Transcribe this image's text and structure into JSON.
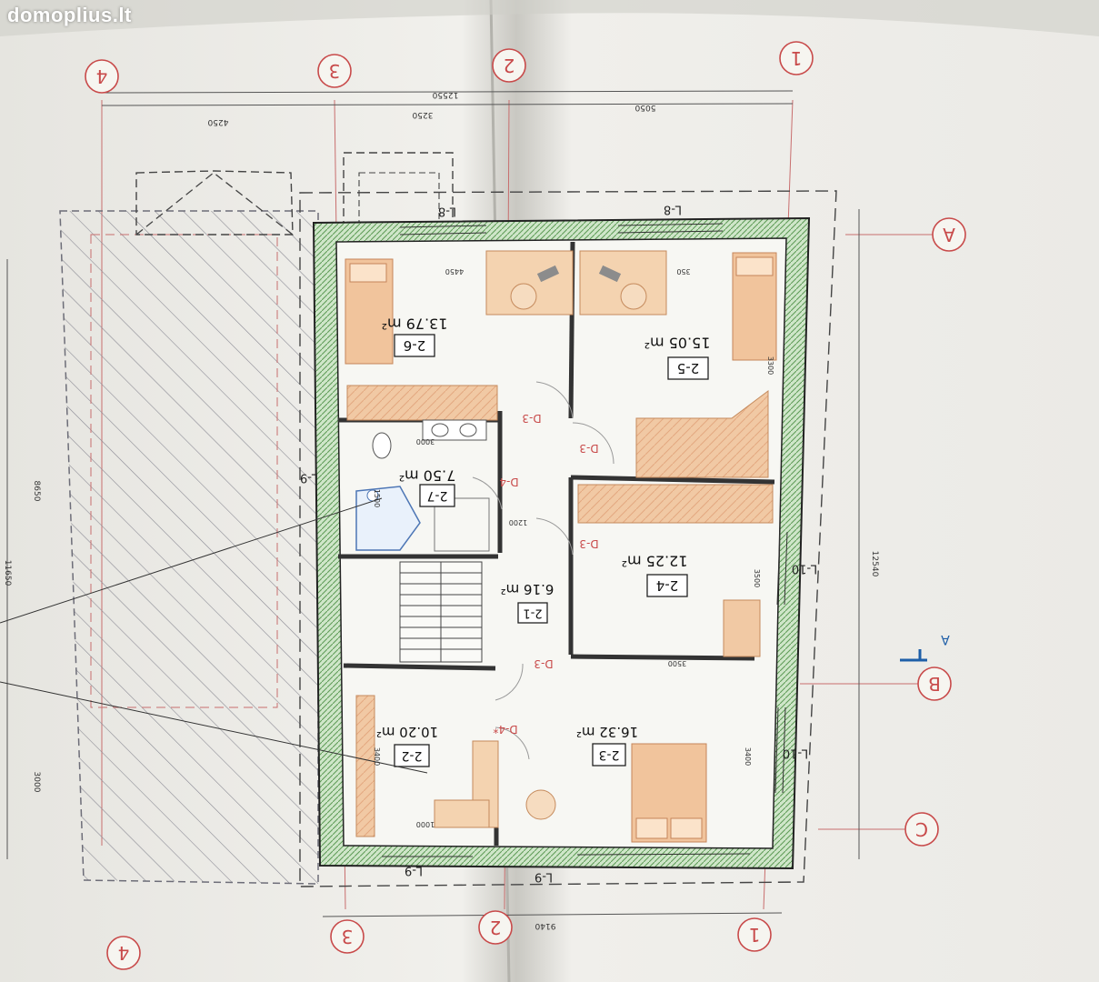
{
  "watermark": "domoplius.lt",
  "axes": {
    "numbers_top": [
      "4",
      "3",
      "2",
      "1"
    ],
    "numbers_bottom": [
      "4",
      "3",
      "2",
      "1"
    ],
    "letters": [
      "A",
      "B",
      "C"
    ],
    "section_mark": "A"
  },
  "dimensions": {
    "top_total": "12550",
    "top_segments": [
      "4250",
      "3250",
      "5050"
    ],
    "bottom_total": "9140",
    "right_total": "12540",
    "left_total": "11650",
    "left_segments": [
      "8650",
      "3000"
    ]
  },
  "rooms": [
    {
      "id": "2-6",
      "area": "13.79 m²"
    },
    {
      "id": "2-5",
      "area": "15.05 m²"
    },
    {
      "id": "2-7",
      "area": "7.50 m²"
    },
    {
      "id": "2-4",
      "area": "12.25 m²"
    },
    {
      "id": "2-1",
      "area": "6.16 m²"
    },
    {
      "id": "2-2",
      "area": "10.20 m²"
    },
    {
      "id": "2-3",
      "area": "16.32 m²"
    }
  ],
  "doors": [
    "D-3",
    "D-3",
    "D-4",
    "D-3",
    "D-3",
    "D-4*"
  ],
  "windows": [
    "L-8",
    "L-8",
    "L-9",
    "L-9",
    "L-9",
    "L-10",
    "L-10"
  ],
  "inner_dims": [
    "4450",
    "350",
    "3300",
    "3000",
    "1200",
    "3500",
    "3500",
    "3400",
    "3400",
    "1000",
    "1500"
  ]
}
